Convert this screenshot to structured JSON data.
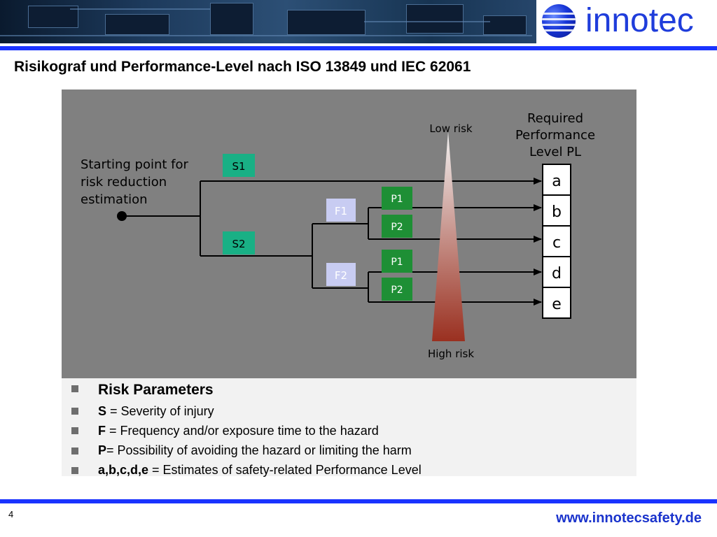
{
  "header": {
    "logo_text": "innotec",
    "title": "Risikograf und Performance-Level nach ISO 13849 und IEC 62061"
  },
  "diagram": {
    "start_label": [
      "Starting point for",
      "risk reduction",
      "estimation"
    ],
    "low_risk": "Low risk",
    "high_risk": "High risk",
    "required_pl": [
      "Required",
      "Performance",
      "Level PL"
    ],
    "severity": [
      "S1",
      "S2"
    ],
    "frequency": [
      "F1",
      "F2"
    ],
    "possibility": [
      "P1",
      "P2",
      "P1",
      "P2"
    ],
    "levels": [
      "a",
      "b",
      "c",
      "d",
      "e"
    ],
    "colors": {
      "panel": "#808080",
      "s_box": "#19b085",
      "p_box": "#1e8f35",
      "f_box": "#c8ccf2",
      "level_box": "#ffffff",
      "triangle_top": "#f2f2f2",
      "triangle_bottom": "#9a3020"
    }
  },
  "parameters": {
    "heading": "Risk Parameters",
    "items": [
      {
        "key": "S",
        "sep": " = ",
        "text": "Severity of injury"
      },
      {
        "key": "F",
        "sep": " = ",
        "text": "Frequency and/or exposure time to the hazard"
      },
      {
        "key": "P",
        "sep": "= ",
        "text": "Possibility of avoiding the hazard or limiting the harm"
      },
      {
        "key": "a,b,c,d,e",
        "sep": " = ",
        "text": "Estimates of safety-related Performance Level"
      }
    ]
  },
  "footer": {
    "page": "4",
    "url": "www.innotecsafety.de"
  }
}
